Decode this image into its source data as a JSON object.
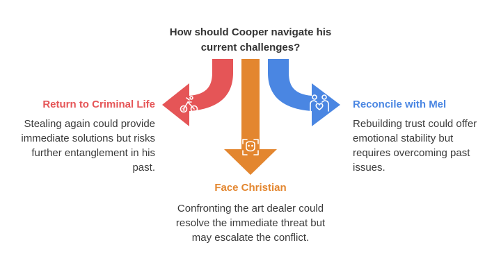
{
  "question": "How should Cooper navigate his\ncurrent challenges?",
  "colors": {
    "left": "#e55557",
    "center": "#e3862f",
    "right": "#4a86e2",
    "icon_stroke": "#ffffff"
  },
  "options": {
    "left": {
      "title": "Return to Criminal Life",
      "description": "Stealing again could provide immediate solutions but risks further entanglement in his past.",
      "icon": "bicycle-money-icon"
    },
    "center": {
      "title": "Face Christian",
      "description": "Confronting the art dealer could resolve the immediate threat but may escalate the conflict.",
      "icon": "face-scan-icon"
    },
    "right": {
      "title": "Reconcile with Mel",
      "description": "Rebuilding trust could offer emotional stability but requires overcoming past issues.",
      "icon": "people-heart-icon"
    }
  }
}
